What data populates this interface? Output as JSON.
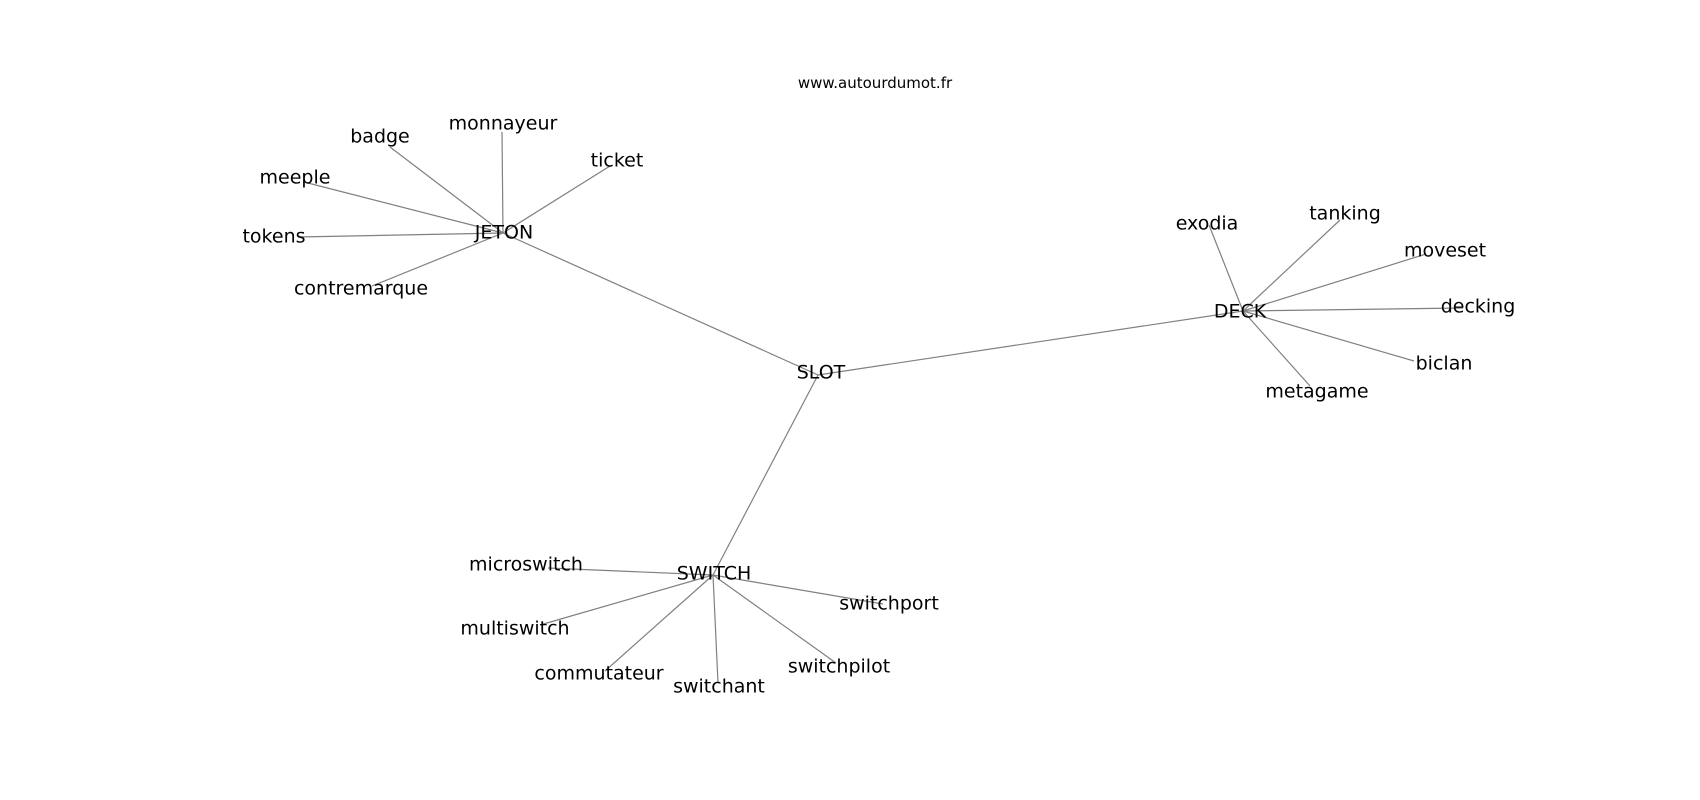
{
  "source_text": "www.autourdumot.fr",
  "graph": {
    "nodes": [
      {
        "id": "SLOT",
        "label": "SLOT"
      },
      {
        "id": "JETON",
        "label": "JETON"
      },
      {
        "id": "DECK",
        "label": "DECK"
      },
      {
        "id": "SWITCH",
        "label": "SWITCH"
      },
      {
        "id": "badge",
        "label": "badge"
      },
      {
        "id": "monnayeur",
        "label": "monnayeur"
      },
      {
        "id": "ticket",
        "label": "ticket"
      },
      {
        "id": "meeple",
        "label": "meeple"
      },
      {
        "id": "tokens",
        "label": "tokens"
      },
      {
        "id": "contremarque",
        "label": "contremarque"
      },
      {
        "id": "exodia",
        "label": "exodia"
      },
      {
        "id": "tanking",
        "label": "tanking"
      },
      {
        "id": "moveset",
        "label": "moveset"
      },
      {
        "id": "decking",
        "label": "decking"
      },
      {
        "id": "biclan",
        "label": "biclan"
      },
      {
        "id": "metagame",
        "label": "metagame"
      },
      {
        "id": "microswitch",
        "label": "microswitch"
      },
      {
        "id": "multiswitch",
        "label": "multiswitch"
      },
      {
        "id": "commutateur",
        "label": "commutateur"
      },
      {
        "id": "switchant",
        "label": "switchant"
      },
      {
        "id": "switchpilot",
        "label": "switchpilot"
      },
      {
        "id": "switchport",
        "label": "switchport"
      }
    ],
    "edges": [
      [
        "SLOT",
        "JETON"
      ],
      [
        "SLOT",
        "DECK"
      ],
      [
        "SLOT",
        "SWITCH"
      ],
      [
        "JETON",
        "badge"
      ],
      [
        "JETON",
        "monnayeur"
      ],
      [
        "JETON",
        "ticket"
      ],
      [
        "JETON",
        "meeple"
      ],
      [
        "JETON",
        "tokens"
      ],
      [
        "JETON",
        "contremarque"
      ],
      [
        "DECK",
        "exodia"
      ],
      [
        "DECK",
        "tanking"
      ],
      [
        "DECK",
        "moveset"
      ],
      [
        "DECK",
        "decking"
      ],
      [
        "DECK",
        "biclan"
      ],
      [
        "DECK",
        "metagame"
      ],
      [
        "SWITCH",
        "microswitch"
      ],
      [
        "SWITCH",
        "multiswitch"
      ],
      [
        "SWITCH",
        "commutateur"
      ],
      [
        "SWITCH",
        "switchant"
      ],
      [
        "SWITCH",
        "switchpilot"
      ],
      [
        "SWITCH",
        "switchport"
      ]
    ]
  }
}
